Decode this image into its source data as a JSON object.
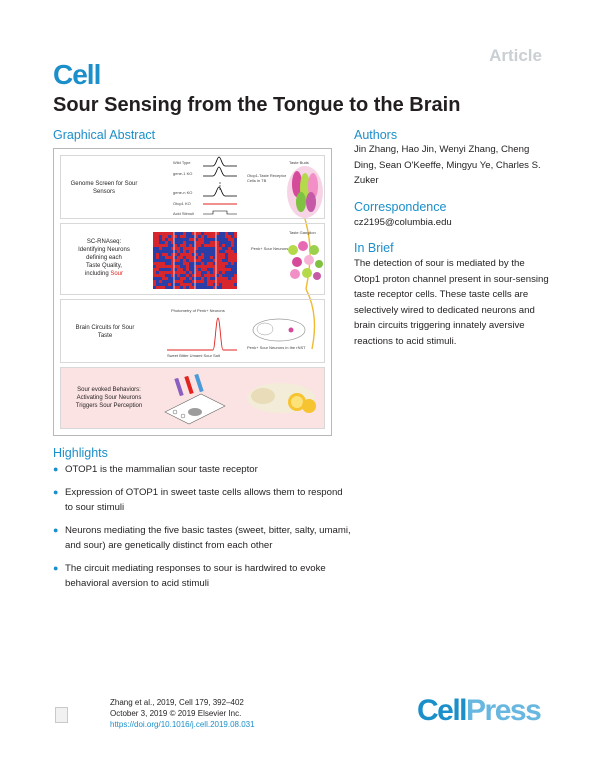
{
  "header": {
    "article_tag": "Article",
    "journal": "Cell",
    "title": "Sour Sensing from the Tongue to the Brain"
  },
  "graphical_abstract": {
    "heading": "Graphical Abstract",
    "panels": [
      {
        "label": "Genome Screen for Sour Sensors",
        "genotypes": [
          "Wild Type",
          "gene-1 KO",
          "gene-n KO",
          "Otop1 KO"
        ],
        "trace_caption": "Acid Stimuli",
        "side_label": "Taste Buds",
        "cell_label": "Otop1-Taste Receptor Cells in TB"
      },
      {
        "label_lines": [
          "SC-RNAseq:",
          "Identifying Neurons",
          "defining each",
          "Taste Quality,",
          "including "
        ],
        "sour_word": "Sour",
        "side_label": "Taste Ganglion",
        "cell_label": "Penk+ Sour Neurons"
      },
      {
        "label": "Brain Circuits for Sour Taste",
        "trace_title": "Photometry of Penk+ Neurons",
        "trace_axis": "Sweet  Bitter  Umami  Sour  Salt",
        "brain_label": "Penk+ Sour Neurons in the rNST"
      },
      {
        "label": "Sour evoked Behaviors: Activating Sour Neurons Triggers Sour Perception"
      }
    ],
    "colors": {
      "wild_type": "#000000",
      "knockout": "#e3231f",
      "background_behavior": "#fbe3e3",
      "heatmap_red": "#d8262e",
      "heatmap_blue": "#2b3ea8"
    }
  },
  "highlights": {
    "heading": "Highlights",
    "items": [
      "OTOP1 is the mammalian sour taste receptor",
      "Expression of OTOP1 in sweet taste cells allows them to respond to sour stimuli",
      "Neurons mediating the five basic tastes (sweet, bitter, salty, umami, and sour) are genetically distinct from each other",
      "The circuit mediating responses to sour is hardwired to evoke behavioral aversion to acid stimuli"
    ]
  },
  "authors": {
    "heading": "Authors",
    "names": "Jin Zhang, Hao Jin, Wenyi Zhang, Cheng Ding, Sean O'Keeffe, Mingyu Ye, Charles S. Zuker"
  },
  "correspondence": {
    "heading": "Correspondence",
    "email": "cz2195@columbia.edu"
  },
  "in_brief": {
    "heading": "In Brief",
    "text": "The detection of sour is mediated by the Otop1 proton channel present in sour-sensing taste receptor cells. These taste cells are selectively wired to dedicated neurons and brain circuits triggering innately aversive reactions to acid stimuli."
  },
  "footer": {
    "citation": "Zhang et al., 2019, Cell 179, 392–402",
    "date_line": "October 3, 2019 © 2019 Elsevier Inc.",
    "doi": "https://doi.org/10.1016/j.cell.2019.08.031",
    "publisher_a": "Cell",
    "publisher_b": "Press"
  }
}
